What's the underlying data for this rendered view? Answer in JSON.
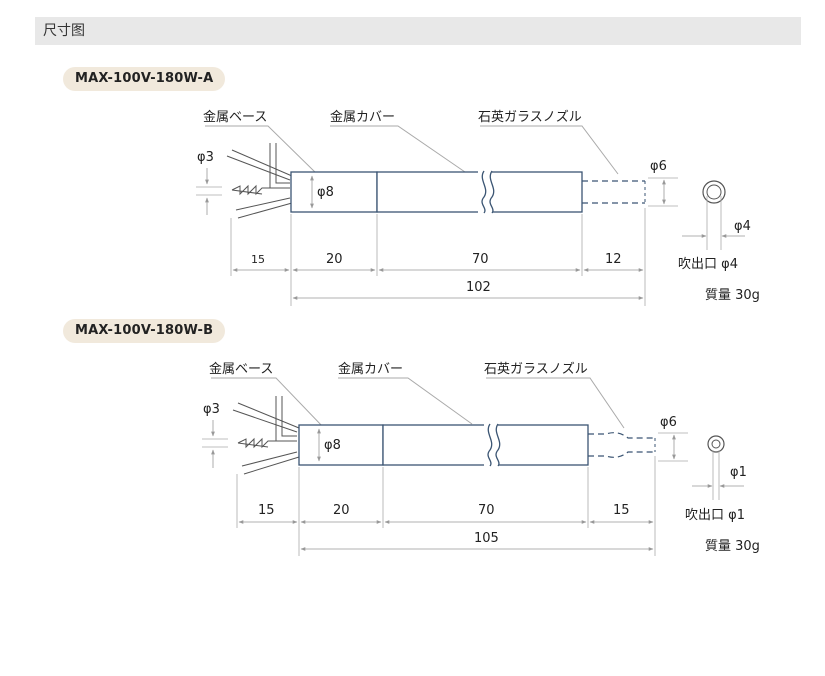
{
  "section_title": "尺寸图",
  "models": [
    {
      "name": "MAX-100V-180W-A",
      "parts": [
        "金属ベース",
        "金属カバー",
        "石英ガラスノズル"
      ],
      "dims": {
        "wire_diameter": "φ3",
        "body_diameter": "φ8",
        "nozzle_outer": "φ6",
        "nozzle_inner": "φ4",
        "len_wire": "15",
        "len_base": "20",
        "len_cover": "70",
        "len_nozzle": "12",
        "len_total": "102"
      },
      "outlet_label": "吹出口 φ4",
      "mass_label": "質量 30g"
    },
    {
      "name": "MAX-100V-180W-B",
      "parts": [
        "金属ベース",
        "金属カバー",
        "石英ガラスノズル"
      ],
      "dims": {
        "wire_diameter": "φ3",
        "body_diameter": "φ8",
        "nozzle_outer": "φ6",
        "nozzle_inner": "φ1",
        "len_wire": "15",
        "len_base": "20",
        "len_cover": "70",
        "len_nozzle": "15",
        "len_total": "105"
      },
      "outlet_label": "吹出口 φ1",
      "mass_label": "質量 30g"
    }
  ]
}
